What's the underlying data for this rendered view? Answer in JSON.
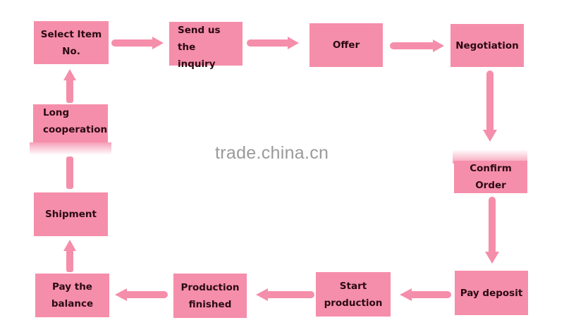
{
  "steps": [
    {
      "id": 1,
      "lines": [
        "Select Item No."
      ]
    },
    {
      "id": 2,
      "lines": [
        "Send us the",
        "inquiry"
      ]
    },
    {
      "id": 3,
      "lines": [
        "Offer"
      ]
    },
    {
      "id": 4,
      "lines": [
        "Negotiation"
      ]
    },
    {
      "id": 5,
      "lines": [
        "Confirm Order"
      ]
    },
    {
      "id": 6,
      "lines": [
        "Pay deposit"
      ]
    },
    {
      "id": 7,
      "lines": [
        "Start production"
      ]
    },
    {
      "id": 8,
      "lines": [
        "Production",
        "finished"
      ]
    },
    {
      "id": 9,
      "lines": [
        "Pay the balance"
      ]
    },
    {
      "id": 10,
      "lines": [
        "Shipment"
      ]
    },
    {
      "id": 11,
      "lines": [
        "Long",
        "cooperation"
      ]
    }
  ],
  "watermark": "trade.china.cn",
  "colors": {
    "box": "#f58eaa",
    "text": "#2a0a14",
    "watermark": "#9a9a9a"
  }
}
